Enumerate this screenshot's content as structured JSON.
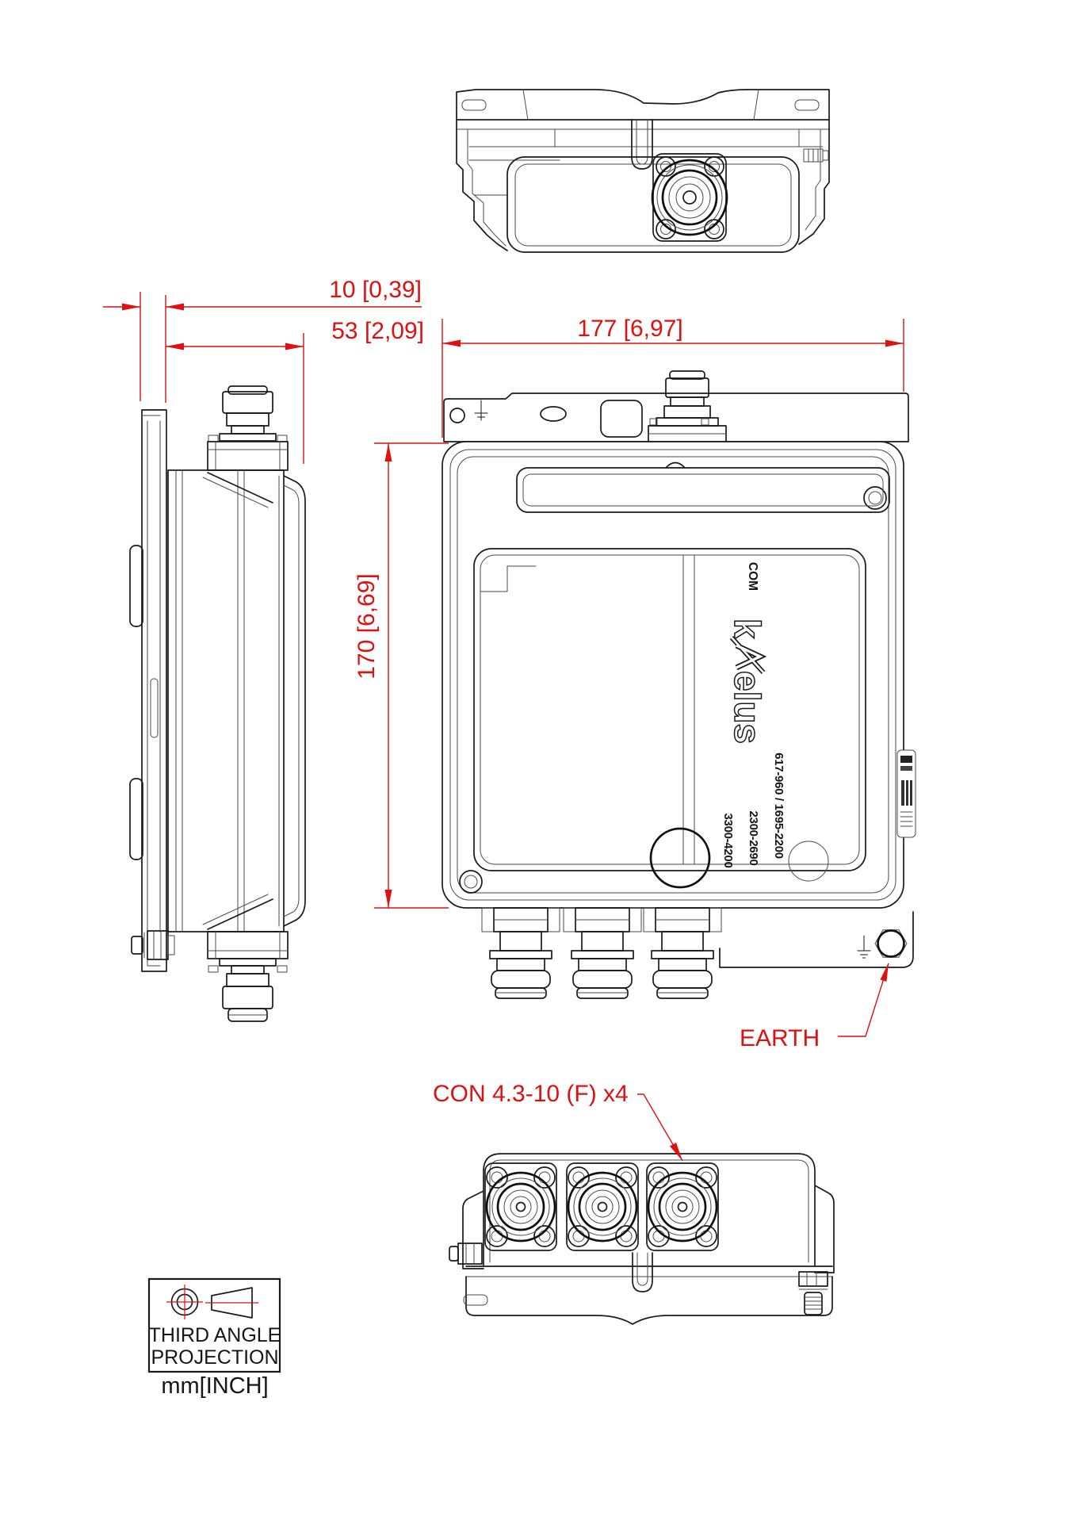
{
  "colors": {
    "line": "#1a1a1a",
    "dimension_red": "#de1010",
    "background": "#ffffff"
  },
  "dimensions": {
    "bracket_offset": {
      "mm": "10",
      "inch": "0,39",
      "label": "10 [0,39]"
    },
    "depth": {
      "mm": "53",
      "inch": "2,09",
      "label": "53 [2,09]"
    },
    "width": {
      "mm": "177",
      "inch": "6,97",
      "label": "177 [6,97]"
    },
    "height": {
      "mm": "170",
      "inch": "6,69",
      "label": "170 [6,69]"
    }
  },
  "callouts": {
    "earth": "EARTH",
    "connectors": "CON 4.3-10 (F) x4"
  },
  "device_label": {
    "port": "COM",
    "brand_k": "k",
    "brand_rest": "elus",
    "freq_line1": "617-960 / 1695-2200",
    "freq_line2": "2300-2690",
    "freq_line3": "3300-4200"
  },
  "projection": {
    "line1": "THIRD ANGLE",
    "line2": "PROJECTION",
    "units": "mm[INCH]"
  }
}
